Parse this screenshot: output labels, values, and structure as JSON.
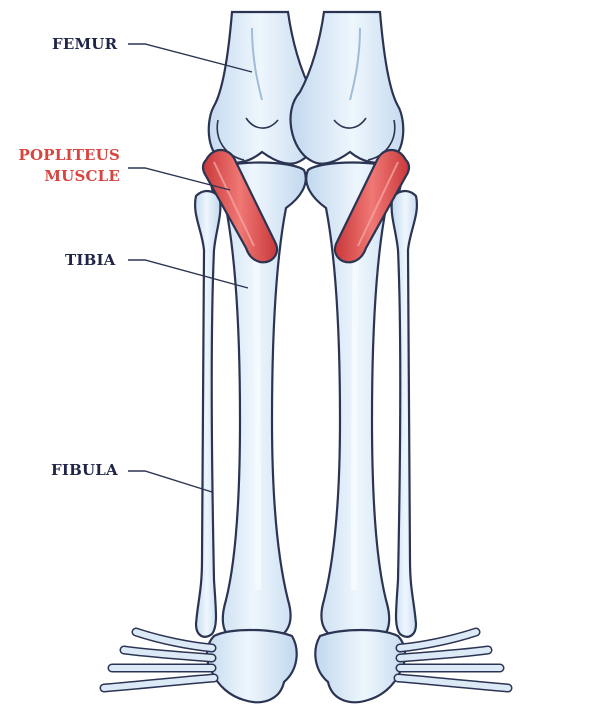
{
  "labels": {
    "femur": "FEMUR",
    "popliteus_line1": "POPLITEUS",
    "popliteus_line2": "MUSCLE",
    "tibia": "TIBIA",
    "fibula": "FIBULA"
  },
  "colors": {
    "bone_fill": "#d6e6f5",
    "bone_highlight": "#eef6fd",
    "bone_outline": "#2b3452",
    "muscle_fill": "#df4c4a",
    "muscle_highlight": "#f07874",
    "label_text": "#1f2547",
    "label_accent": "#d8443f"
  }
}
